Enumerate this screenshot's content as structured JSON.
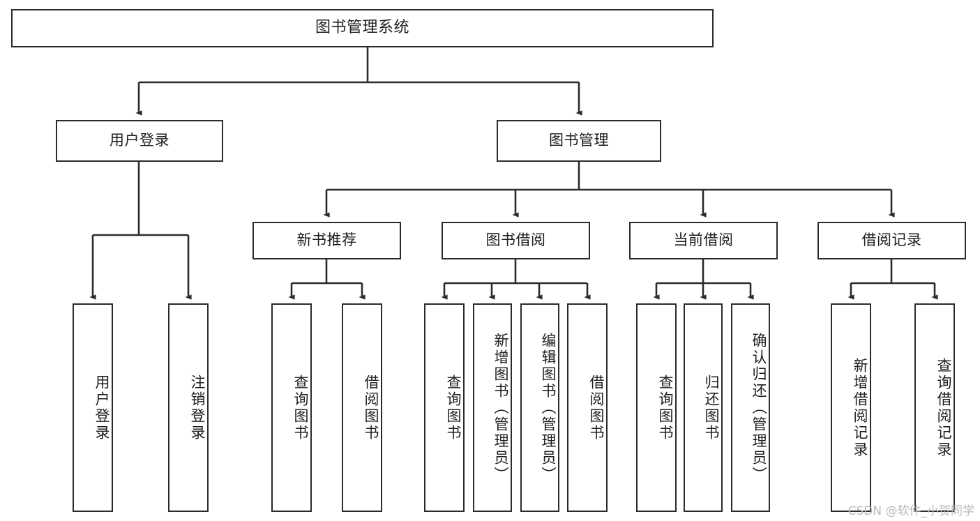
{
  "diagram": {
    "title": "图书管理系统",
    "type": "tree-flowchart",
    "stroke_color": "#2b2b2b",
    "background_color": "#ffffff",
    "text_color": "#1d1d1d"
  },
  "root": {
    "label": "图书管理系统"
  },
  "level2": [
    {
      "label": "用户登录"
    },
    {
      "label": "图书管理"
    }
  ],
  "level3": [
    {
      "label": "新书推荐"
    },
    {
      "label": "图书借阅"
    },
    {
      "label": "当前借阅"
    },
    {
      "label": "借阅记录"
    }
  ],
  "leaves": {
    "user_login": [
      {
        "label": "用户登录"
      },
      {
        "label": "注销登录"
      }
    ],
    "new_book_recommend": [
      {
        "label": "查询图书"
      },
      {
        "label": "借阅图书"
      }
    ],
    "book_borrow": [
      {
        "label": "查询图书"
      },
      {
        "label": "新增图书（管理员）"
      },
      {
        "label": "编辑图书（管理员）"
      },
      {
        "label": "借阅图书"
      }
    ],
    "current_borrow": [
      {
        "label": "查询图书"
      },
      {
        "label": "归还图书"
      },
      {
        "label": "确认归还（管理员）"
      }
    ],
    "borrow_record": [
      {
        "label": "新增借阅记录"
      },
      {
        "label": "查询借阅记录"
      }
    ]
  },
  "watermark": {
    "text": "CSDN @软件_小贺同学"
  }
}
